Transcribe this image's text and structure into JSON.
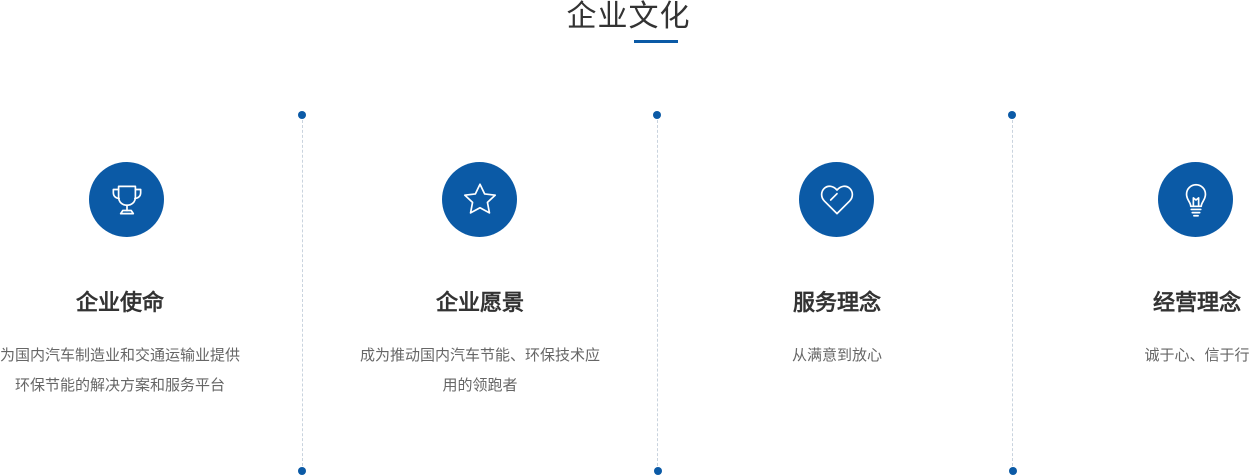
{
  "section": {
    "title": "企业文化"
  },
  "cards": [
    {
      "icon": "trophy-icon",
      "title": "企业使命",
      "text": "为国内汽车制造业和交通运输业提供环保节能的解决方案和服务平台"
    },
    {
      "icon": "star-icon",
      "title": "企业愿景",
      "text": "成为推动国内汽车节能、环保技术应用的领跑者"
    },
    {
      "icon": "heart-icon",
      "title": "服务理念",
      "text": "从满意到放心"
    },
    {
      "icon": "lightbulb-icon",
      "title": "经营理念",
      "text": "诚于心、信于行"
    }
  ],
  "colors": {
    "accent": "#0b5aa6",
    "title": "#333333",
    "text": "#666666",
    "divider": "#c9d3de"
  }
}
